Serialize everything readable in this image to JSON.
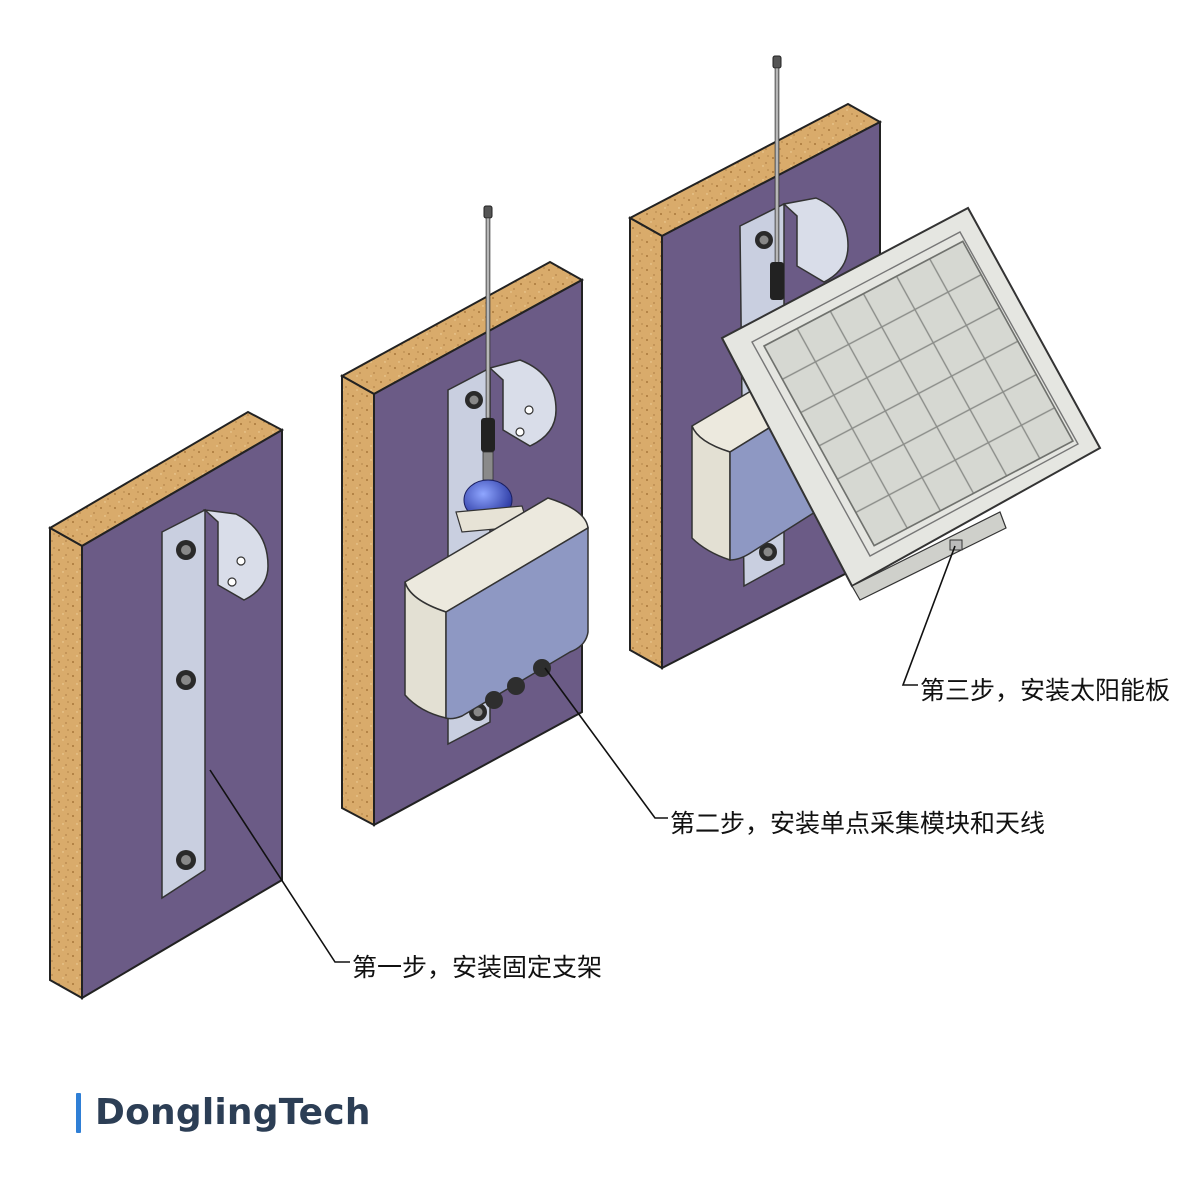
{
  "steps": [
    {
      "label": "第一步，安装固定支架"
    },
    {
      "label": "第二步，安装单点采集模块和天线"
    },
    {
      "label": "第三步，安装太阳能板"
    }
  ],
  "brand": {
    "name": "DonglingTech"
  },
  "colors": {
    "wall_face": "#6b5b86",
    "wall_edge": "#d8aa6a",
    "bracket": "#c9cfe0",
    "module_front": "#8e98c3",
    "module_top": "#ece9de",
    "solar_panel": "#e5e6e1",
    "accent": "#2f7fd6"
  }
}
